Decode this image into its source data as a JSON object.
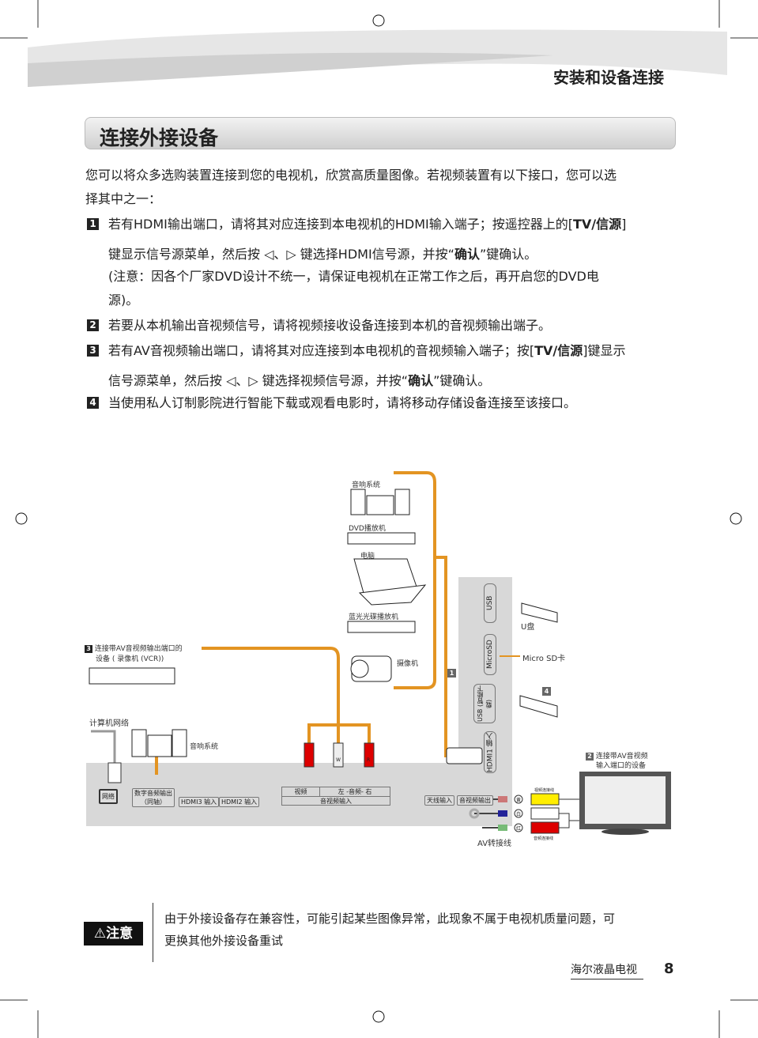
{
  "header": {
    "chapter": "安装和设备连接"
  },
  "section": {
    "title": "连接外接设备"
  },
  "intro": [
    "您可以将众多选购装置连接到您的电视机，欣赏高质量图像。若视频装置有以下接口，您可以选",
    "择其中之一："
  ],
  "items": [
    {
      "num": "1",
      "l1a": "若有HDMI输出端口，请将其对应连接到本电视机的HDMI输入端子；按遥控器上的[",
      "l1b": "TV/信源",
      "l1c": "]",
      "l2a": "键显示信号源菜单，然后按 ◁、▷ 键选择HDMI信号源，并按“",
      "l2b": "确认",
      "l2c": "”键确认。",
      "l3": "(注意：因各个厂家DVD设计不统一，请保证电视机在正常工作之后，再开启您的DVD电",
      "l4": "源)。"
    },
    {
      "num": "2",
      "l1a": "若要从本机输出音视频信号，请将视频接收设备连接到本机的音视频输出端子。"
    },
    {
      "num": "3",
      "l1a": "若有AV音视频输出端口，请将其对应连接到本电视机的音视频输入端子；按[",
      "l1b": "TV/信源",
      "l1c": "]键显示",
      "l2a": "信号源菜单，然后按 ◁、▷ 键选择视频信号源，并按“",
      "l2b": "确认",
      "l2c": "”键确认。"
    },
    {
      "num": "4",
      "l1a": "当使用私人订制影院进行智能下载或观看电影时，请将移动存储设备连接至该接口。"
    }
  ],
  "diagram": {
    "audio_system_top": "音响系统",
    "dvd": "DVD播放机",
    "pc": "电脑",
    "bluray": "蓝光光碟播放机",
    "camcorder": "摄像机",
    "vcr_num": "3",
    "vcr_label1": "连接带AV音视频输出端口的",
    "vcr_label2": "设备 ( 录像机 (VCR))",
    "network_label": "计算机网络",
    "audio_system_bottom": "音响系统",
    "ports": {
      "network": "网络",
      "digital_audio1": "数字音频输出",
      "digital_audio2": "（同轴）",
      "hdmi3": "HDMI3 输入",
      "hdmi2": "HDMI2 输入",
      "video": "视频",
      "audio": "左 -音频- 右",
      "av_in": "音视频输入",
      "antenna": "天线输入",
      "av_out": "音视频输出",
      "usb": "USB",
      "microsd": "MicroSD",
      "usb_smart": "USB (智能下载)",
      "hdmi1": "HDMI1 输入"
    },
    "plug_w": "W",
    "plug_r": "R",
    "udisk": "U盘",
    "microsd_card": "Micro SD卡",
    "num1": "1",
    "num4": "4",
    "tv_num": "2",
    "tv_label1": "连接带AV音视频",
    "tv_label2": "输入端口的设备",
    "video_cable": "视频连接线",
    "audio_cable": "音频连接线",
    "av_cable": "AV转接线",
    "yellow": "黄",
    "white": "白",
    "red": "红"
  },
  "note": {
    "badge": "⚠注意",
    "text": [
      "由于外接设备存在兼容性，可能引起某些图像异常，此现象不属于电视机质量问题，可",
      "更换其他外接设备重试"
    ]
  },
  "footer": {
    "brand": "海尔液晶电视",
    "page": "8"
  },
  "colors": {
    "orange": "#e39422",
    "gray": "#d8d8d8"
  }
}
